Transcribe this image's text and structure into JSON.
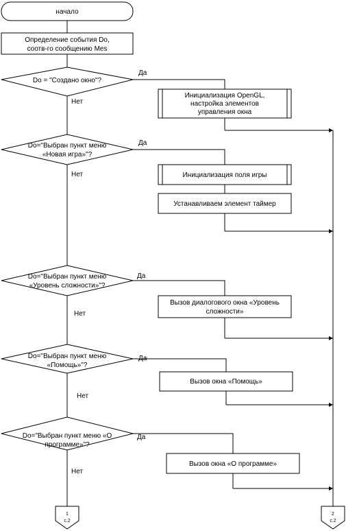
{
  "start": {
    "label": "начало"
  },
  "define": {
    "line1": "Определение события Do,",
    "line2": "соотв-го сообщению Mes"
  },
  "yes": "Да",
  "no": "Нет",
  "decisions": [
    {
      "lines": [
        "Do = \"Создано окно\"?"
      ]
    },
    {
      "lines": [
        "Do=\"Выбран пункт меню",
        "«Новая игра»\"?"
      ]
    },
    {
      "lines": [
        "Do=\"Выбран пункт меню",
        "«Уровень сложности»\"?"
      ]
    },
    {
      "lines": [
        "Do=\"Выбран пункт меню",
        "«Помощь»\"?"
      ]
    },
    {
      "lines": [
        "Do=\"Выбран пункт меню «О",
        "программе»\"?"
      ]
    }
  ],
  "processes": {
    "init_opengl": [
      "Инициализация OpenGL,",
      "настройка элементов",
      "управления окна"
    ],
    "init_field": [
      "Инициализация поля игры"
    ],
    "timer": [
      "Устанавливаем элемент таймер"
    ],
    "level_dialog": [
      "Вызов диалогового окна «Уровень",
      "сложности»"
    ],
    "help_window": [
      "Вызов окна «Помощь»"
    ],
    "about_window": [
      "Вызов окна «О программе»"
    ]
  },
  "connectors": [
    {
      "number": "1",
      "page": "с.2"
    },
    {
      "number": "2",
      "page": "с.2"
    }
  ]
}
